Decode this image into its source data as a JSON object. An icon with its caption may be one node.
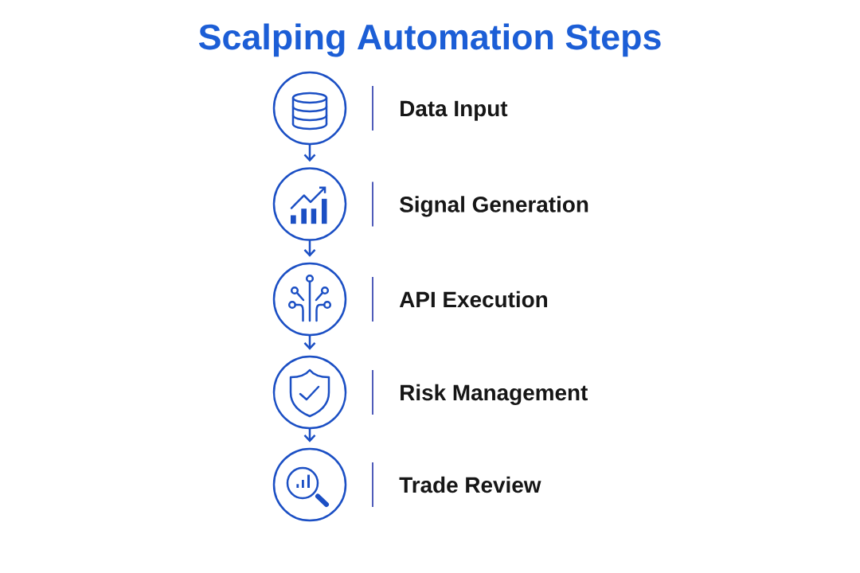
{
  "diagram": {
    "title": "Scalping Automation Steps",
    "nodes": [
      {
        "text": [],
        "shape": "circle",
        "beside": [
          "Data Input"
        ]
      },
      {
        "text": [],
        "shape": "circle",
        "beside": [
          "Signal Generation"
        ]
      },
      {
        "text": [],
        "shape": "circle",
        "beside": [
          "API Execution"
        ]
      },
      {
        "text": [],
        "shape": "circle",
        "beside": [
          "Risk Management"
        ]
      },
      {
        "text": [],
        "shape": "circle",
        "beside": [
          "Trade Review"
        ]
      }
    ],
    "edges": [
      {
        "from": 0,
        "to": 1,
        "arrow": "to"
      },
      {
        "from": 1,
        "to": 2,
        "arrow": "to"
      },
      {
        "from": 2,
        "to": 3,
        "arrow": "to"
      },
      {
        "from": 3,
        "to": 4,
        "arrow": "to"
      }
    ]
  }
}
